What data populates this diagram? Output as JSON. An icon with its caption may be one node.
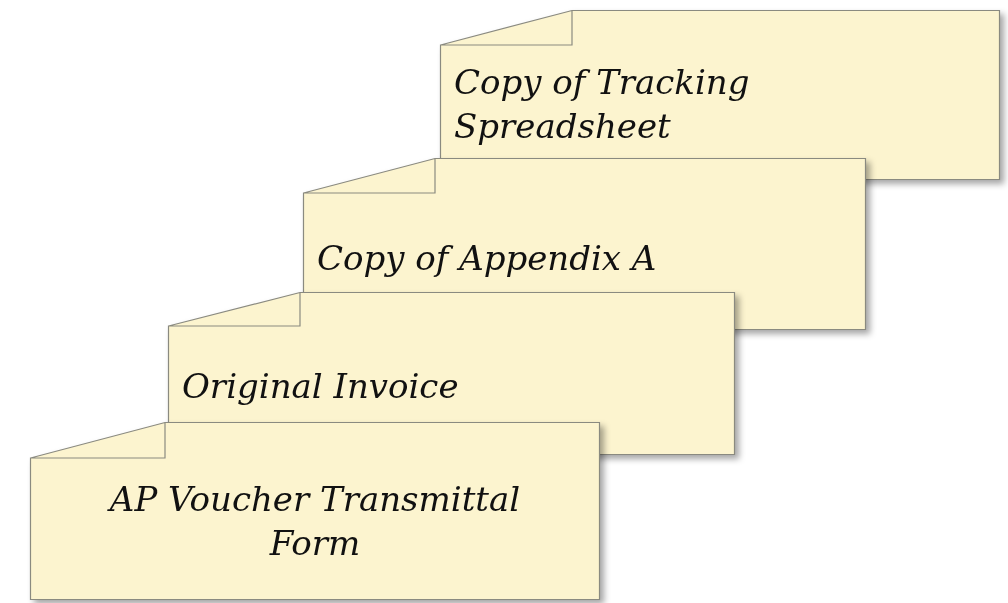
{
  "diagram": {
    "nodes": [
      {
        "text": [
          "Copy of Tracking Spreadsheet"
        ]
      },
      {
        "text": [
          "Copy of Appendix A"
        ]
      },
      {
        "text": [
          "Original Invoice"
        ]
      },
      {
        "text": [
          "AP Voucher Transmittal Form"
        ]
      }
    ]
  }
}
